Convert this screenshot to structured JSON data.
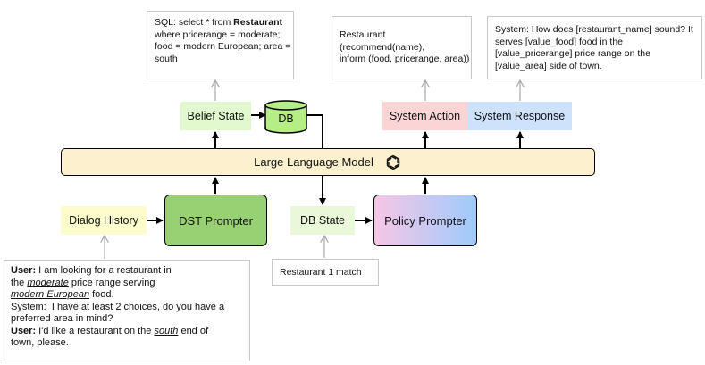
{
  "sql_note": {
    "prefix": "SQL: select * from ",
    "table": "Restaurant",
    "line2": "where pricerange = moderate;",
    "line3": "food = modern European; area =",
    "line4": "south"
  },
  "action_note": {
    "line1": "Restaurant",
    "line2": "(recommend(name),",
    "line3": "inform (food, pricerange, area))"
  },
  "response_note": {
    "line1": "System: How does [restaurant_name] sound? It",
    "line2": "serves [value_food] food in the",
    "line3": "[value_pricerange] price range on the",
    "line4": "[value_area] side of town."
  },
  "nodes": {
    "belief_state": "Belief State",
    "db": "DB",
    "system_action": "System Action",
    "system_response": "System Response",
    "llm": "Large Language Model",
    "dialog_history": "Dialog History",
    "dst_prompter": "DST Prompter",
    "db_state": "DB State",
    "policy_prompter": "Policy Prompter"
  },
  "db_note": "Restaurant 1 match",
  "dialog_note": {
    "u1_speaker": "User:",
    "u1_a": " I am looking for a restaurant in",
    "u1_b_pre": "the ",
    "u1_b_em": "moderate",
    "u1_b_post": " price range serving",
    "u1_c_em": "modern European",
    "u1_c_post": " food.",
    "s1_a": "System:  I have at least 2 choices, do you have a",
    "s1_b": "preferred area in mind?",
    "u2_speaker": "User:",
    "u2_a_pre": " I'd like a restaurant on the ",
    "u2_a_em": "south",
    "u2_a_post": " end of",
    "u2_b": "town, please."
  },
  "colors": {
    "belief_state": "#e2f8cf",
    "db": "#b6ee86",
    "system_action": "#fbd5d5",
    "system_response": "#cfe2fb",
    "llm": "#fdf0cf",
    "dialog_history": "#fdfccd",
    "dst_prompter": "#97d173",
    "db_state": "#e8f8d8",
    "policy_prompter_from": "#f7c6e6",
    "policy_prompter_to": "#9fcbfb"
  },
  "icons": {
    "llm_logo": "openai-logo-icon"
  }
}
